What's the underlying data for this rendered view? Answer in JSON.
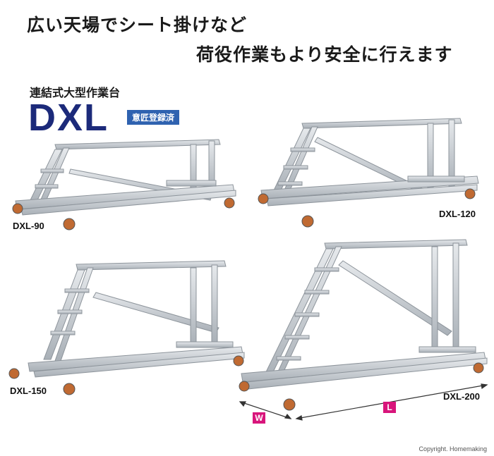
{
  "headline": {
    "line1": "広い天場でシート掛けなど",
    "line2": "荷役作業もより安全に行えます"
  },
  "product": {
    "subtitle": "連結式大型作業台",
    "model_series": "DXL",
    "design_badge": "意匠登録済"
  },
  "models": [
    {
      "label": "DXL-90"
    },
    {
      "label": "DXL-120"
    },
    {
      "label": "DXL-150"
    },
    {
      "label": "DXL-200"
    }
  ],
  "dimensions": {
    "width_label": "W",
    "length_label": "L"
  },
  "copyright": "Copyright. Homemaking",
  "colors": {
    "logo": "#1c2a7a",
    "badge": "#2f62b0",
    "dimension_badge": "#d8157b",
    "aluminum": "#c9ced4"
  },
  "icons": [
    "caster-wheel-icon",
    "dimension-arrow-icon"
  ]
}
